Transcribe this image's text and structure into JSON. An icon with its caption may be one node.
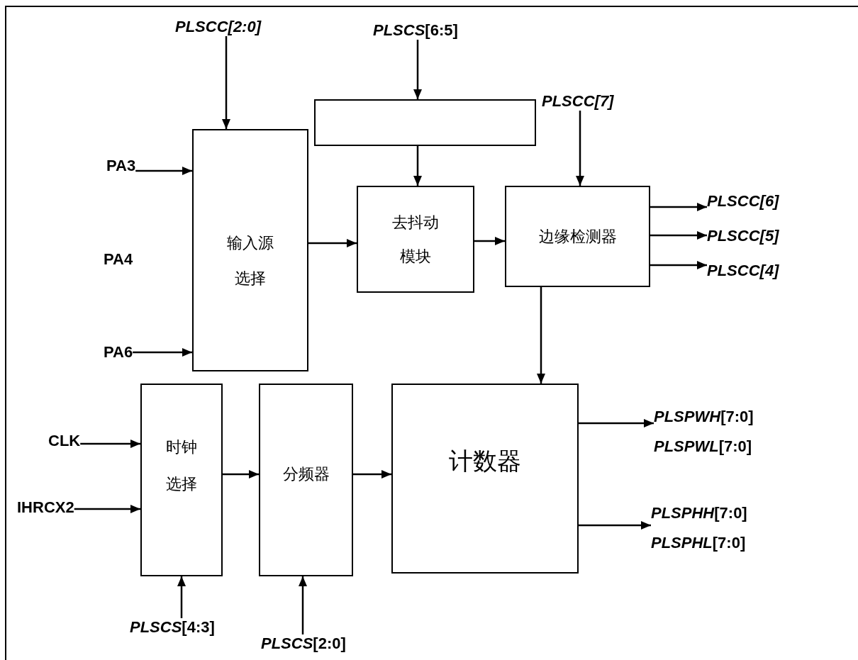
{
  "diagram": {
    "nodes": [
      {
        "text": [
          "PLSCC[2:0]"
        ]
      },
      {
        "text": [
          "*PLSCS*[6:5]"
        ]
      },
      {
        "text": [],
        "shape": "box"
      },
      {
        "text": [
          "PLSCC[7]"
        ]
      },
      {
        "text": [
          "PA3"
        ]
      },
      {
        "text": [
          "输入源选择"
        ]
      },
      {
        "text": [
          "去抖动模块"
        ]
      },
      {
        "text": [
          "边缘检测器"
        ]
      },
      {
        "text": [
          "PLSCC[6]"
        ]
      },
      {
        "text": [
          "PLSCC[5]"
        ]
      },
      {
        "text": [
          "PLSCC[4]"
        ]
      },
      {
        "text": [
          "PA6"
        ]
      },
      {
        "text": [
          "CLK"
        ]
      },
      {
        "text": [
          "IHRCX2"
        ]
      },
      {
        "text": [
          "时钟选择"
        ]
      },
      {
        "text": [
          "分频器"
        ]
      },
      {
        "text": [
          "计数器"
        ]
      },
      {
        "text": [
          "*PLSPWH*[7:0]",
          "*PLSPWL*[7:0]"
        ]
      },
      {
        "text": [
          "*PLSPHH*[7:0]",
          "*PLSPHL*[7:0]"
        ]
      },
      {
        "text": [
          "*PLSCS*[4:3]"
        ]
      },
      {
        "text": [
          "*PLSCS*[2:0]"
        ]
      }
    ],
    "edges": [
      {
        "from": 0,
        "to": 5,
        "arrow": "to"
      },
      {
        "from": 1,
        "to": 2,
        "arrow": "to"
      },
      {
        "from": 2,
        "to": 6,
        "arrow": "to"
      },
      {
        "from": 3,
        "to": 7,
        "arrow": "to"
      },
      {
        "from": 4,
        "to": 5,
        "arrow": "to"
      },
      {
        "from": 11,
        "to": 5,
        "arrow": "to"
      },
      {
        "from": 5,
        "to": 6,
        "arrow": "to"
      },
      {
        "from": 6,
        "to": 7,
        "arrow": "to"
      },
      {
        "from": 7,
        "to": 8,
        "arrow": "to"
      },
      {
        "from": 7,
        "to": 9,
        "arrow": "to"
      },
      {
        "from": 7,
        "to": 10,
        "arrow": "to"
      },
      {
        "from": 7,
        "to": 16,
        "arrow": "to"
      },
      {
        "from": 12,
        "to": 14,
        "arrow": "to"
      },
      {
        "from": 13,
        "to": 14,
        "arrow": "to"
      },
      {
        "from": 14,
        "to": 15,
        "arrow": "to"
      },
      {
        "from": 15,
        "to": 16,
        "arrow": "to"
      },
      {
        "from": 16,
        "to": 17,
        "arrow": "to"
      },
      {
        "from": 16,
        "to": 18,
        "arrow": "to"
      },
      {
        "from": 19,
        "to": 14,
        "arrow": "to"
      },
      {
        "from": 20,
        "to": 15,
        "arrow": "to"
      }
    ],
    "labels": [
      "PA4"
    ]
  }
}
